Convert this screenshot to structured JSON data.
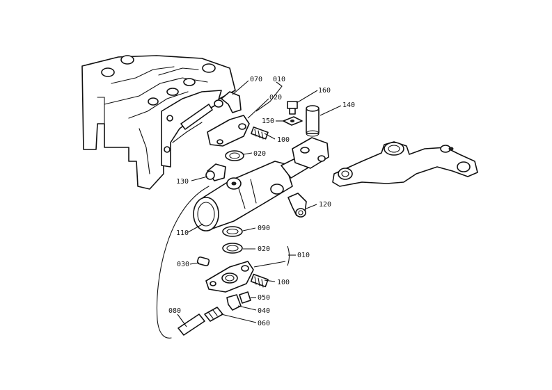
{
  "labels": {
    "l070": "070",
    "l010_top": "010",
    "l020_top": "020",
    "l160": "160",
    "l140": "140",
    "l150": "150",
    "l100_top": "100",
    "l020_mid": "020",
    "l130": "130",
    "l120": "120",
    "l110": "110",
    "l090": "090",
    "l020_low": "020",
    "l010_low": "010",
    "l030": "030",
    "l100_low": "100",
    "l050": "050",
    "l040": "040",
    "l080": "080",
    "l060": "060"
  }
}
